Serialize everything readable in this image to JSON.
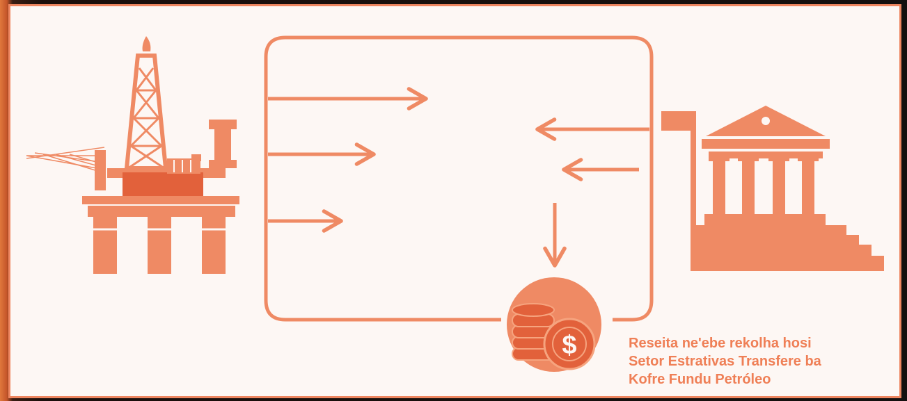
{
  "caption": {
    "lines": [
      "Reseita ne'ebe rekolha hosi",
      "Setor Estrativas Transfere ba",
      "Kofre Fundu Petróleo"
    ]
  },
  "icons": {
    "left": "oil-rig-icon",
    "right": "government-building-icon",
    "bottom": "coins-dollar-icon",
    "dollar_symbol": "$"
  },
  "colors": {
    "accent": "#ef8a64",
    "accent_dark": "#e2613b",
    "panel": "#fdf7f4"
  }
}
